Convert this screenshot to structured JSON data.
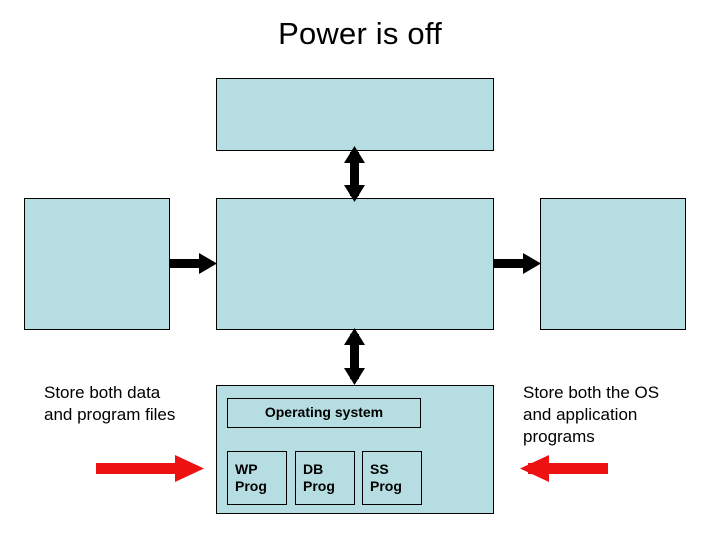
{
  "slide": {
    "title": "Power is off",
    "background_color": "#ffffff",
    "box_fill_color": "#b6dee2",
    "box_border_color": "#000000",
    "arrow_color": "#000000",
    "red_arrow_color": "#ee1111"
  },
  "boxes": {
    "top": {
      "label": "",
      "name": "top-empty-box"
    },
    "left": {
      "label": "",
      "name": "left-empty-box"
    },
    "center": {
      "label": "",
      "name": "center-empty-box"
    },
    "right": {
      "label": "",
      "name": "right-empty-box"
    },
    "bottom": {
      "label": "",
      "name": "bottom-memory-box"
    }
  },
  "bottom_panel": {
    "os_label": "Operating system",
    "programs": [
      {
        "line1": "WP",
        "line2": "Prog"
      },
      {
        "line1": "DB",
        "line2": "Prog"
      },
      {
        "line1": "SS",
        "line2": "Prog"
      }
    ]
  },
  "captions": {
    "left": "Store both data\nand program files",
    "right": "Store both the OS\nand application\nprograms"
  },
  "arrows": {
    "top_vertical": "double-headed-vertical-arrow",
    "bottom_vertical": "double-headed-vertical-arrow",
    "left_horizontal": "right-arrow",
    "right_horizontal": "right-arrow",
    "red_left": "red-right-arrow",
    "red_right": "red-left-arrow"
  }
}
